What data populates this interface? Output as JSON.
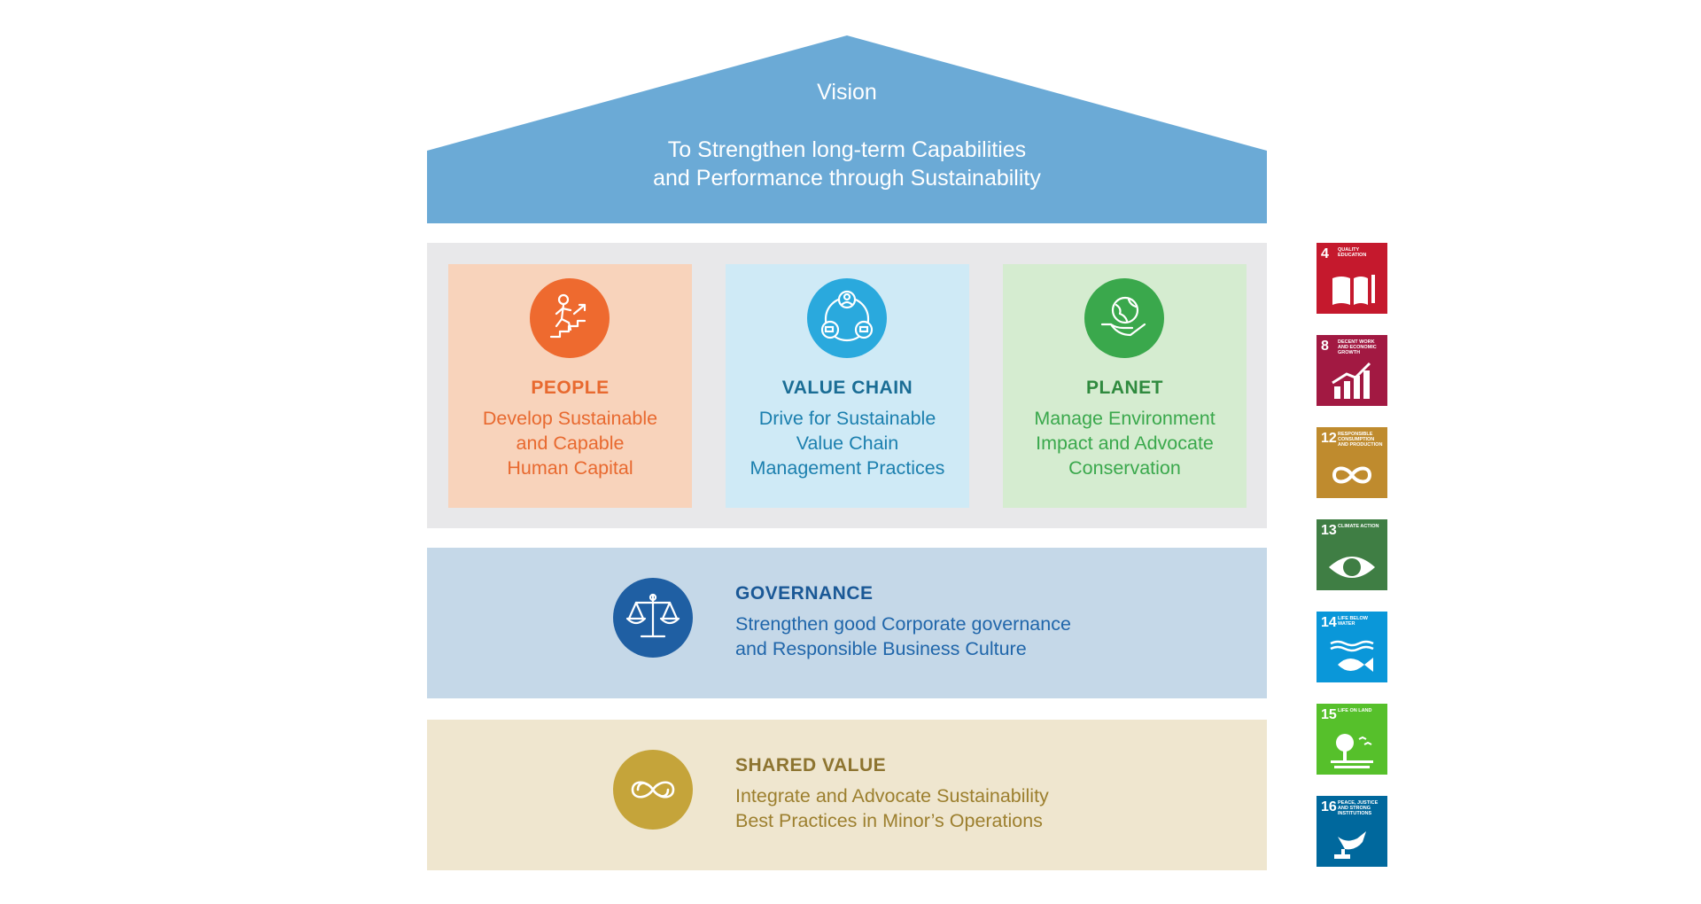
{
  "vision": {
    "title": "Vision",
    "line1": "To Strengthen long-term Capabilities",
    "line2": "and Performance through Sustainability",
    "color": "#6baad6"
  },
  "pillars": [
    {
      "title": "PEOPLE",
      "lines": [
        "Develop Sustainable",
        "and Capable",
        "Human Capital"
      ],
      "icon": "person-climbing-stairs-icon",
      "color": "#ee6a2f"
    },
    {
      "title": "VALUE CHAIN",
      "lines": [
        "Drive for Sustainable",
        "Value Chain",
        "Management Practices"
      ],
      "icon": "supply-cycle-icon",
      "color": "#2aa9dd"
    },
    {
      "title": "PLANET",
      "lines": [
        "Manage Environment",
        "Impact and Advocate",
        "Conservation"
      ],
      "icon": "globe-in-hand-icon",
      "color": "#3aa84c"
    }
  ],
  "governance": {
    "title": "GOVERNANCE",
    "lines": [
      "Strengthen good Corporate governance",
      "and Responsible Business Culture"
    ],
    "icon": "scales-icon",
    "color": "#1f5fa3"
  },
  "shared_value": {
    "title": "SHARED VALUE",
    "lines": [
      "Integrate and Advocate Sustainability",
      "Best Practices in Minor’s Operations"
    ],
    "icon": "infinity-icon",
    "color": "#c5a43a"
  },
  "sdgs": [
    {
      "number": "4",
      "label": "Quality Education",
      "color": "#c5192d",
      "icon": "book-pencil-icon"
    },
    {
      "number": "8",
      "label": "Decent Work and Economic Growth",
      "color": "#a21942",
      "icon": "growth-chart-icon"
    },
    {
      "number": "12",
      "label": "Responsible Consumption and Production",
      "color": "#bf8b2e",
      "icon": "infinity-loop-icon"
    },
    {
      "number": "13",
      "label": "Climate Action",
      "color": "#3f7e44",
      "icon": "eye-globe-icon"
    },
    {
      "number": "14",
      "label": "Life Below Water",
      "color": "#0a97d9",
      "icon": "fish-waves-icon"
    },
    {
      "number": "15",
      "label": "Life on Land",
      "color": "#56c02b",
      "icon": "tree-birds-icon"
    },
    {
      "number": "16",
      "label": "Peace, Justice and Strong Institutions",
      "color": "#00689d",
      "icon": "dove-gavel-icon"
    }
  ]
}
